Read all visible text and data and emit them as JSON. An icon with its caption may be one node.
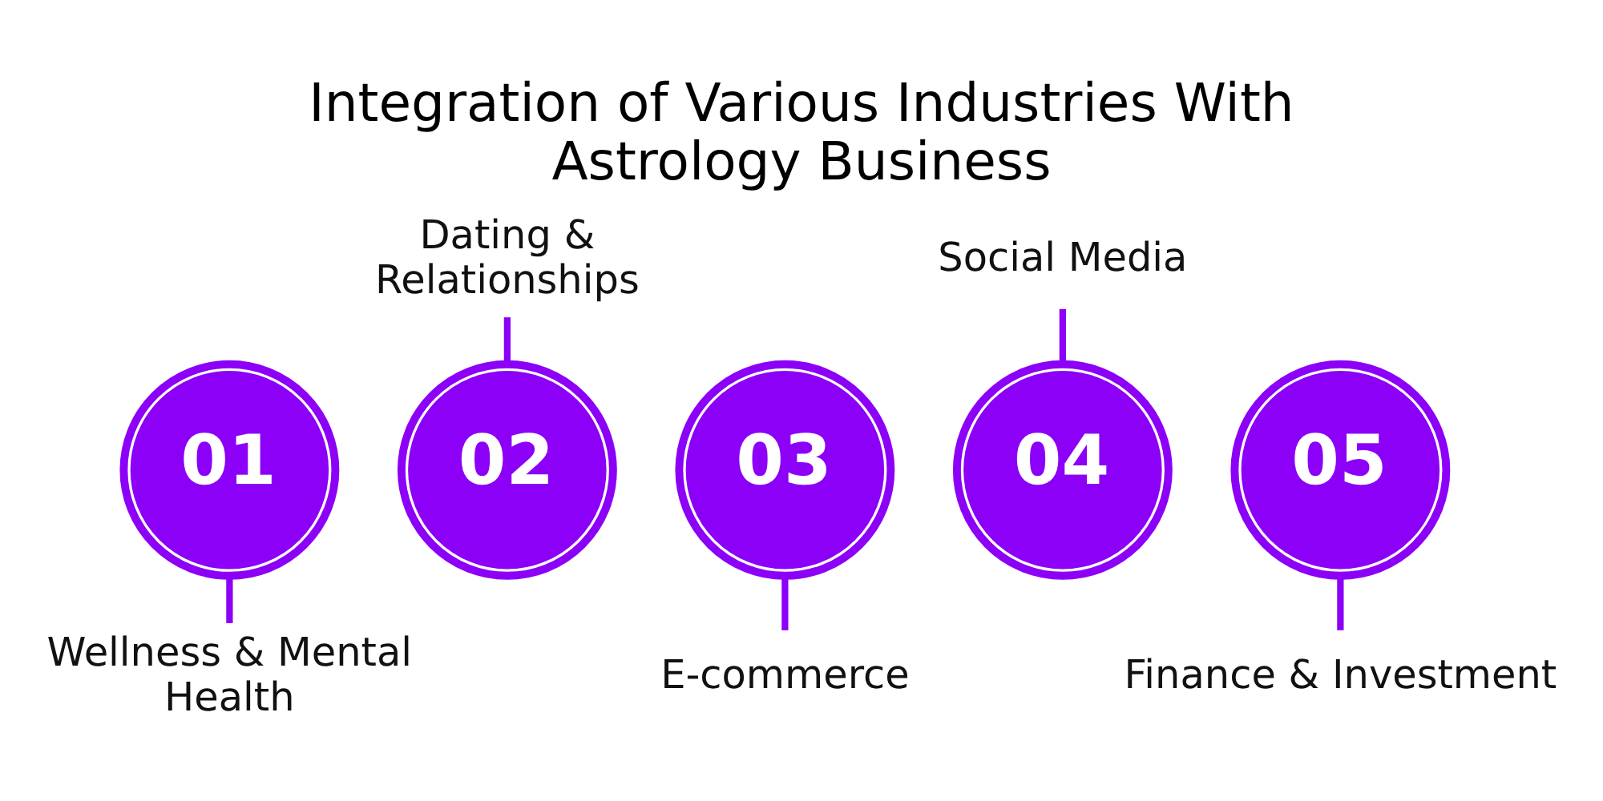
{
  "diagram": {
    "title": "Integration of Various Industries With Astrology Business",
    "nodes": [
      {
        "text": [
          "01"
        ]
      },
      {
        "text": [
          "Wellness & Mental Health"
        ]
      },
      {
        "text": [
          "02"
        ]
      },
      {
        "text": [
          "Dating & Relationships"
        ]
      },
      {
        "text": [
          "03"
        ]
      },
      {
        "text": [
          "E-commerce"
        ]
      },
      {
        "text": [
          "04"
        ]
      },
      {
        "text": [
          "Social Media"
        ]
      },
      {
        "text": [
          "05"
        ]
      },
      {
        "text": [
          "Finance & Investment"
        ]
      }
    ],
    "edges": [
      {
        "from": 0,
        "to": 1,
        "arrow": "none"
      },
      {
        "from": 3,
        "to": 2,
        "arrow": "none"
      },
      {
        "from": 4,
        "to": 5,
        "arrow": "none"
      },
      {
        "from": 7,
        "to": 6,
        "arrow": "none"
      },
      {
        "from": 8,
        "to": 9,
        "arrow": "none"
      }
    ]
  }
}
